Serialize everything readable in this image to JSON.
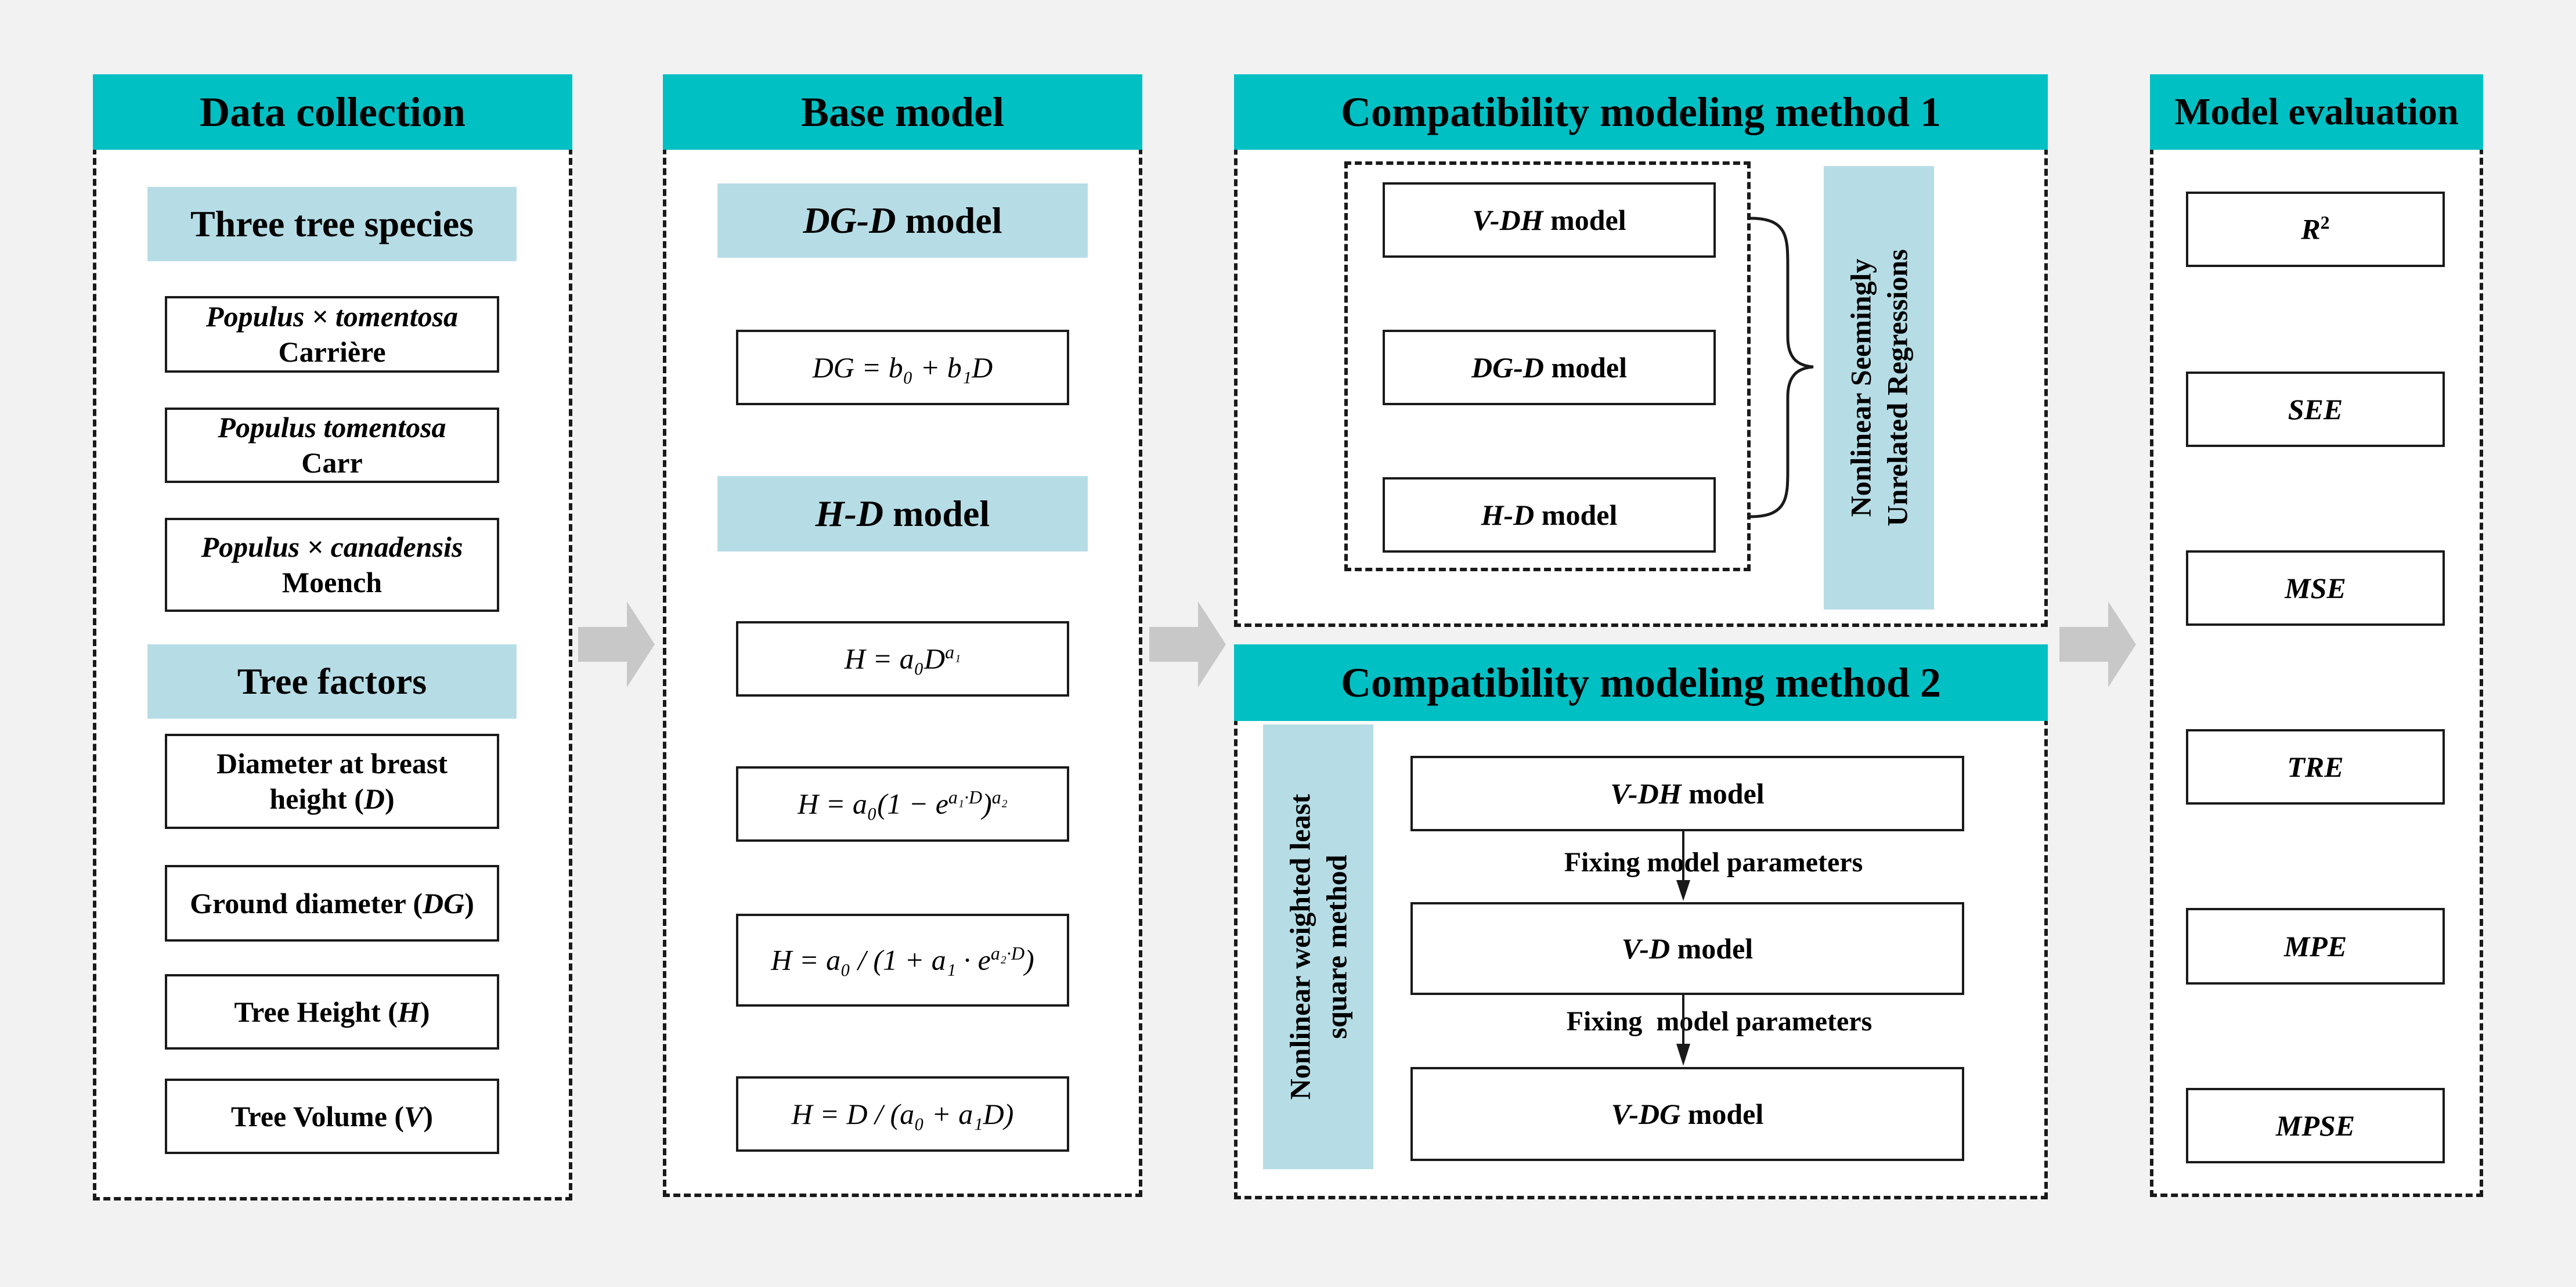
{
  "panels": {
    "data_collection": {
      "title": "Data collection",
      "species_header": "Three tree species",
      "species": [
        {
          "line1": "Populus × tomentosa",
          "line2": "Carrière"
        },
        {
          "line1": "Populus tomentosa",
          "line2": "Carr"
        },
        {
          "line1": "Populus × canadensis",
          "line2": "Moench"
        }
      ],
      "factors_header": "Tree factors",
      "factors": {
        "dbh_line1": "Diameter at breast",
        "dbh_line2": "height (",
        "dbh_sym": "D",
        "gd_text": "Ground diameter (",
        "gd_sym": "DG",
        "h_text": "Tree Height (",
        "h_sym": "H",
        "v_text": "Tree Volume (",
        "v_sym": "V",
        "close": ")"
      }
    },
    "base_model": {
      "title": "Base model",
      "dgd_sym": "DG-D",
      "hd_sym": "H-D",
      "model_word": " model",
      "equations": {
        "dg": "DG = b₀ + b₁D",
        "h1": "H = a₀D",
        "h1_exp": "a₁",
        "h2": "H = a₀(1 − e",
        "h2_exp1": "a₁·D",
        "h2_tail": ")",
        "h2_exp2": "a₂",
        "h3": "H = a₀ / (1 + a₁ · e",
        "h3_exp": "a₂·D",
        "h3_tail": ")",
        "h4": "H = D / (a₀ + a₁D)"
      }
    },
    "method1": {
      "title": "Compatibility modeling method 1",
      "models": [
        {
          "sym": "V-DH",
          "suffix": " model"
        },
        {
          "sym": "DG-D",
          "suffix": " model"
        },
        {
          "sym": "H-D",
          "suffix": " model"
        }
      ],
      "side_line1": "Nonlinear Seemingly",
      "side_line2": "Unrelated Regressions"
    },
    "method2": {
      "title": "Compatibility modeling method 2",
      "side_line1": "Nonlinear weighted least",
      "side_line2": "square method",
      "models": [
        {
          "sym": "V-DH",
          "suffix": " model"
        },
        {
          "sym": "V-D",
          "suffix": " model"
        },
        {
          "sym": "V-DG",
          "suffix": " model"
        }
      ],
      "arrow1_label": "Fixing model parameters",
      "arrow2_label": "Fixing  model parameters"
    },
    "evaluation": {
      "title": "Model evaluation",
      "r2_base": "R",
      "r2_sup": "2",
      "metrics": [
        "SEE",
        "MSE",
        "TRE",
        "MPE",
        "MPSE"
      ]
    }
  },
  "colors": {
    "header": "#00c0c4",
    "subheader": "#b6dde6",
    "arrow": "#c8c8c8",
    "background": "#f2f2f2"
  },
  "icons": [
    "chevron-arrow-right",
    "brace-right",
    "arrow-down"
  ]
}
